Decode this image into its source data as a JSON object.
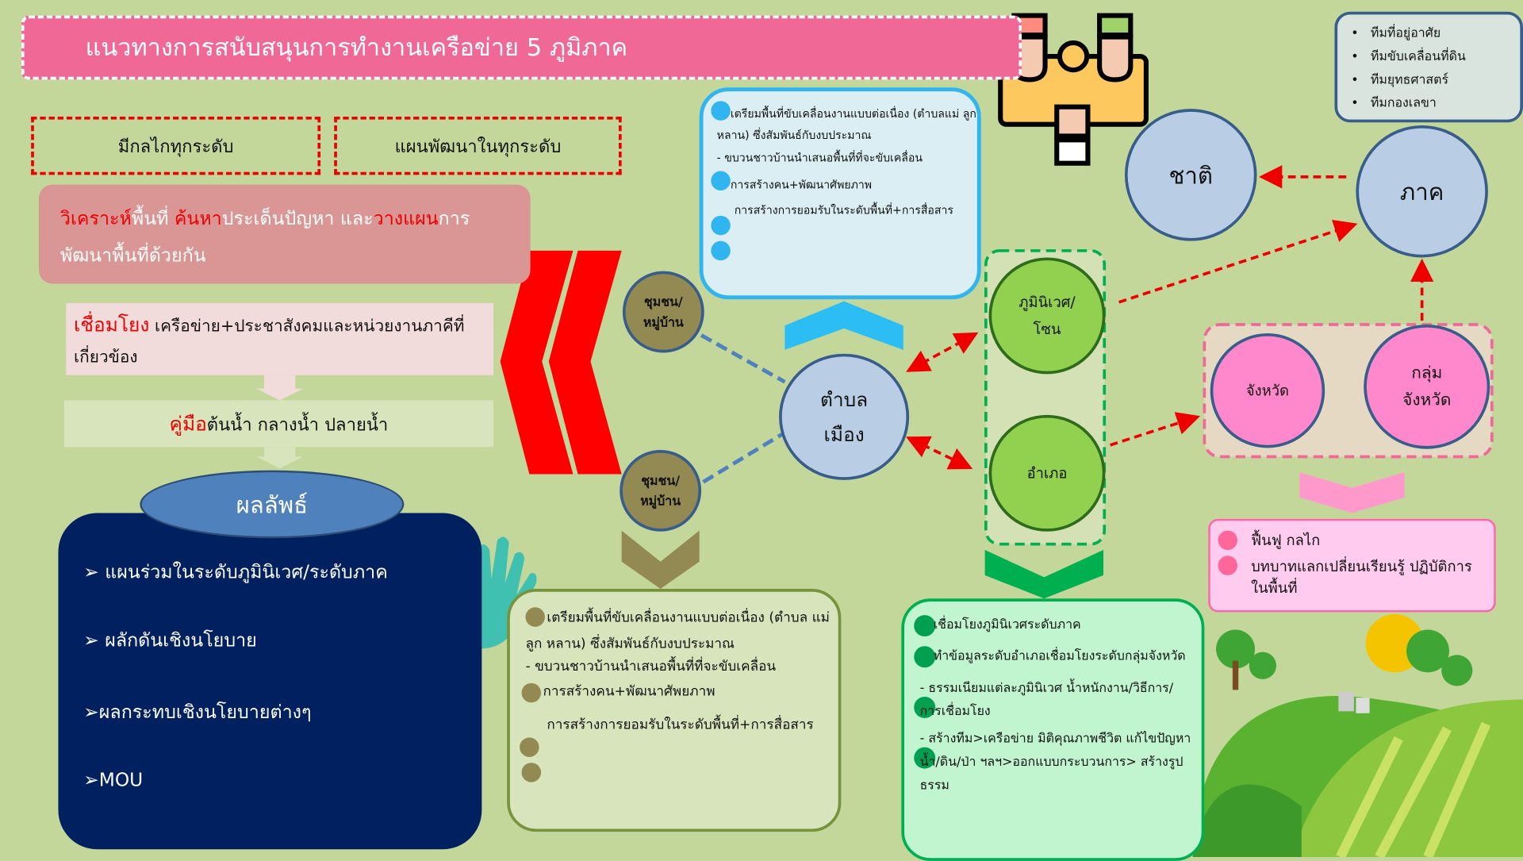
{
  "title": "แนวทางการสนับสนุนการทำงานเครือข่าย 5 ภูมิภาค",
  "mechanism": "มีกลไกทุกระดับ",
  "plan": "แผนพัฒนาในทุกระดับ",
  "analysis": {
    "w1": "วิเคราะห์",
    "t1": "พื้นที่ ",
    "w2": "ค้นหา",
    "t2": "ประเด็นปัญหา และ",
    "w3": "วางแผน",
    "t3": "การพัฒนาพื้นที่ด้วยกัน"
  },
  "link": {
    "w": "เชื่อมโยง",
    "t": " เครือข่าย+ประชาสังคมและหน่วยงานภาคีที่เกี่ยวข้อง"
  },
  "manual": {
    "w": "คู่มือ",
    "t": " ต้นน้ำ กลางน้ำ ปลายน้ำ"
  },
  "outcome": {
    "title": "ผลลัพธ์",
    "items": [
      "➢ แผนร่วมในระดับภูมินิเวศ/ระดับภาค",
      "➢ ผลักดันเชิงนโยบาย",
      "➢ผลกระทบเชิงนโยบายต่างๆ",
      "➢MOU"
    ]
  },
  "nodes": {
    "community1": "ชุมชน/หมู่บ้าน",
    "community2": "ชุมชน/หมู่บ้าน",
    "tambon": "ตำบลเมือง",
    "ecozone": "ภูมินิเวศ/โซน",
    "district": "อำเภอ",
    "nation": "ชาติ",
    "region": "ภาค",
    "province": "จังหวัด",
    "provgroup": "กลุ่มจังหวัด"
  },
  "blue_box": [
    "เตรียมพื้นที่ขับเคลื่อนงานแบบต่อเนื่อง (ตำบลแม่ ลูก หลาน) ซึ่งสัมพันธ์กับงบประมาณ",
    "-  ขบวนชาวบ้านนำเสนอพื้นที่ที่จะขับเคลื่อน",
    "การสร้างคน+พัฒนาศัพยภาพ",
    "การสร้างการยอมรับในระดับพื้นที่+การสื่อสาร"
  ],
  "olive_box": [
    "เตรียมพื้นที่ขับเคลื่อนงานแบบต่อเนื่อง (ตำบล แม่ ลูก หลาน) ซึ่งสัมพันธ์กับงบประมาณ",
    "-  ขบวนชาวบ้านนำเสนอพื้นที่ที่จะขับเคลื่อน",
    "การสร้างคน+พัฒนาศัพยภาพ",
    "การสร้างการยอมรับในระดับพื้นที่+การสื่อสาร"
  ],
  "green_box": [
    "เชื่อมโยงภูมินิเวศระดับภาค",
    "ทำข้อมูลระดับอำเภอเชื่อมโยงระดับกลุ่มจังหวัด",
    "-  ธรรมเนียมแต่ละภูมินิเวศ น้ำหนักงาน/วิธีการ/การเชื่อมโยง",
    "-  สร้างทีม>เครือข่าย มิติคุณภาพชีวิต แก้ไขปัญหาน้ำ/ดิน/ป่า ฯลฯ>ออกแบบกระบวนการ> สร้างรูปธรรม"
  ],
  "pink_box": [
    "ฟื้นฟู กลไก",
    "บทบาทแลกเปลี่ยนเรียนรู้ ปฏิบัติการในพื้นที่"
  ],
  "teams": [
    "ทีมที่อยู่อาศัย",
    "ทีมขับเคลื่อนที่ดิน",
    "ทีมยุทธศาสตร์",
    "ทีมกองเลขา"
  ]
}
